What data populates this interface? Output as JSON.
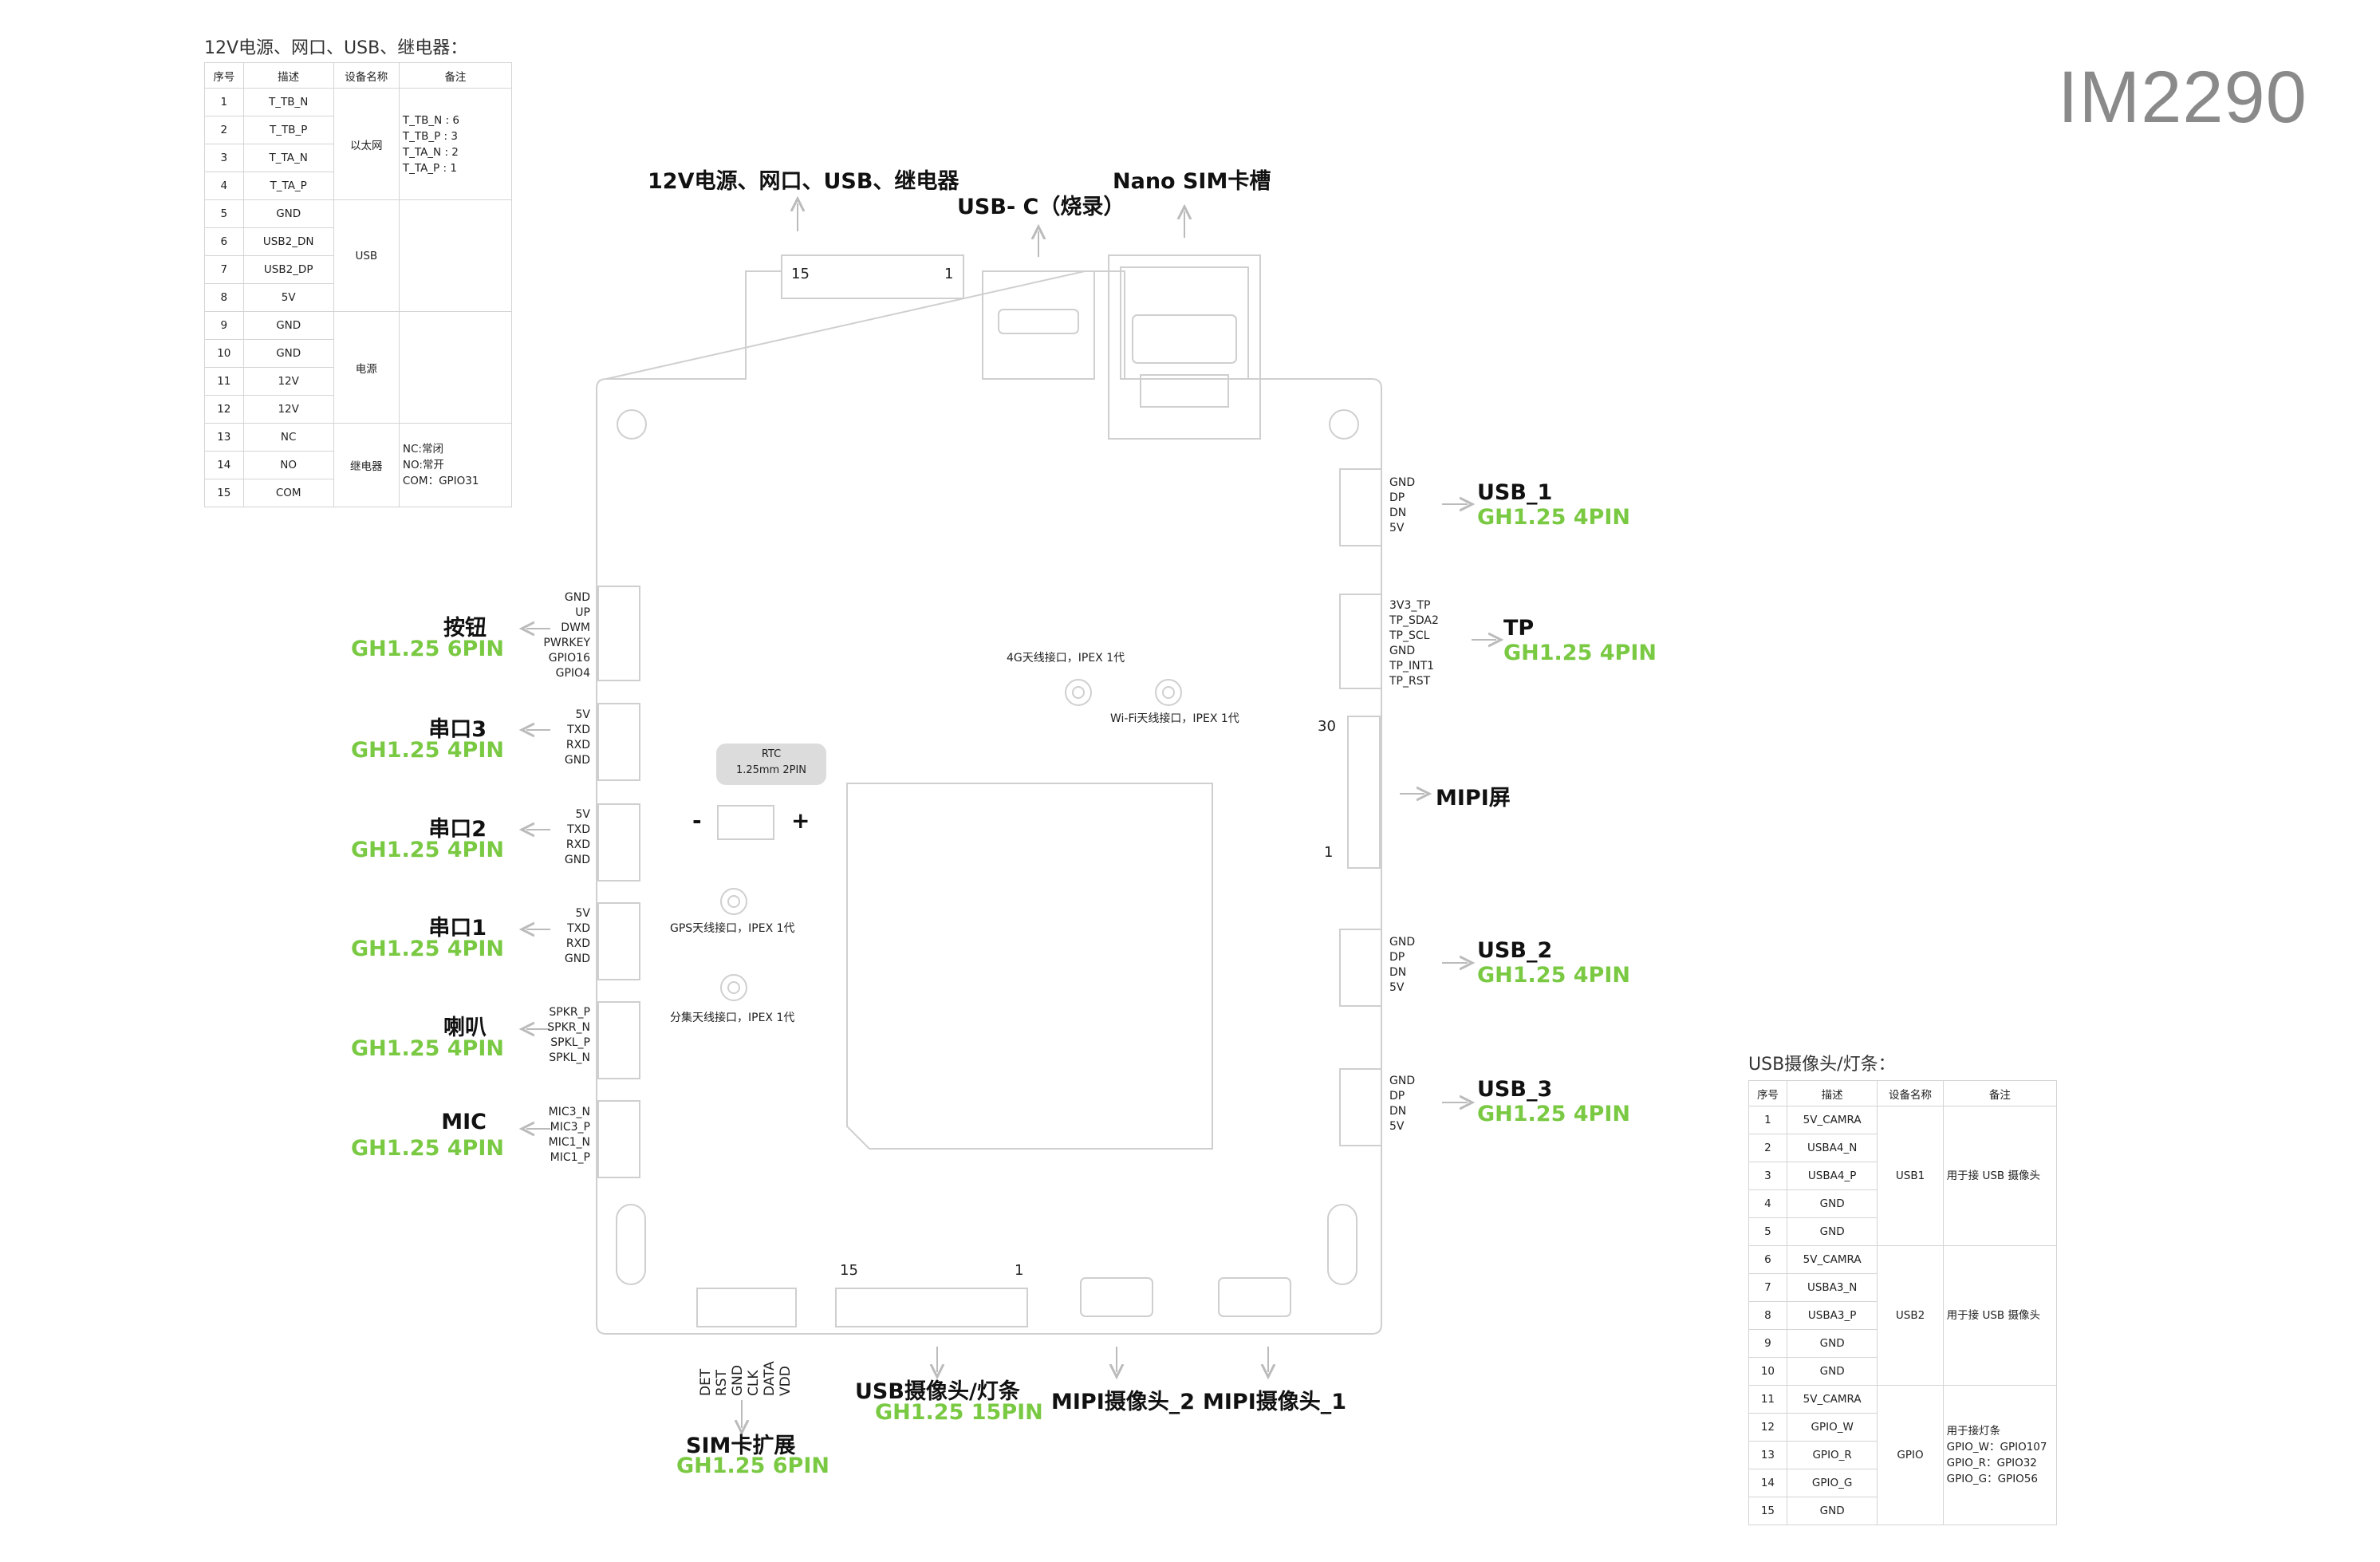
{
  "title": "IM2290",
  "table1": {
    "caption": "12V电源、网口、USB、继电器：",
    "headers": [
      "序号",
      "描述",
      "设备名称",
      "备注"
    ],
    "rows": [
      [
        "1",
        "T_TB_N"
      ],
      [
        "2",
        "T_TB_P"
      ],
      [
        "3",
        "T_TA_N"
      ],
      [
        "4",
        "T_TA_P"
      ],
      [
        "5",
        "GND"
      ],
      [
        "6",
        "USB2_DN"
      ],
      [
        "7",
        "USB2_DP"
      ],
      [
        "8",
        "5V"
      ],
      [
        "9",
        "GND"
      ],
      [
        "10",
        "GND"
      ],
      [
        "11",
        "12V"
      ],
      [
        "12",
        "12V"
      ],
      [
        "13",
        "NC"
      ],
      [
        "14",
        "NO"
      ],
      [
        "15",
        "COM"
      ]
    ],
    "groups": [
      {
        "device": "以太网",
        "note": "T_TB_N : 6\nT_TB_P : 3\nT_TA_N : 2\nT_TA_P : 1"
      },
      {
        "device": "USB",
        "note": ""
      },
      {
        "device": "电源",
        "note": ""
      },
      {
        "device": "继电器",
        "note": "NC:常闭\nNO:常开\nCOM：GPIO31"
      }
    ]
  },
  "table2": {
    "caption": "USB摄像头/灯条：",
    "headers": [
      "序号",
      "描述",
      "设备名称",
      "备注"
    ],
    "rows": [
      [
        "1",
        "5V_CAMRA"
      ],
      [
        "2",
        "USBA4_N"
      ],
      [
        "3",
        "USBA4_P"
      ],
      [
        "4",
        "GND"
      ],
      [
        "5",
        "GND"
      ],
      [
        "6",
        "5V_CAMRA"
      ],
      [
        "7",
        "USBA3_N"
      ],
      [
        "8",
        "USBA3_P"
      ],
      [
        "9",
        "GND"
      ],
      [
        "10",
        "GND"
      ],
      [
        "11",
        "5V_CAMRA"
      ],
      [
        "12",
        "GPIO_W"
      ],
      [
        "13",
        "GPIO_R"
      ],
      [
        "14",
        "GPIO_G"
      ],
      [
        "15",
        "GND"
      ]
    ],
    "groups": [
      {
        "device": "USB1",
        "note": "用于接 USB 摄像头"
      },
      {
        "device": "USB2",
        "note": "用于接 USB 摄像头"
      },
      {
        "device": "GPIO",
        "note": "用于接灯条\nGPIO_W：GPIO107\nGPIO_R：GPIO32\nGPIO_G：GPIO56"
      }
    ]
  },
  "top_labels": {
    "power": "12V电源、网口、USB、继电器",
    "usbc": "USB- C（烧录）",
    "sim": "Nano SIM卡槽",
    "pin15": "15",
    "pin1": "1"
  },
  "left_connectors": [
    {
      "name": "按钮",
      "type": "GH1.25 6PIN",
      "pins": "GND\nUP\nDWM\nPWRKEY\nGPIO16\nGPIO4"
    },
    {
      "name": "串口3",
      "type": "GH1.25 4PIN",
      "pins": "5V\nTXD\nRXD\nGND"
    },
    {
      "name": "串口2",
      "type": "GH1.25 4PIN",
      "pins": "5V\nTXD\nRXD\nGND"
    },
    {
      "name": "串口1",
      "type": "GH1.25 4PIN",
      "pins": "5V\nTXD\nRXD\nGND"
    },
    {
      "name": "喇叭",
      "type": "GH1.25 4PIN",
      "pins": "SPKR_P\nSPKR_N\nSPKL_P\nSPKL_N"
    },
    {
      "name": "MIC",
      "type": "GH1.25 4PIN",
      "pins": "MIC3_N\nMIC3_P\nMIC1_N\nMIC1_P"
    }
  ],
  "right_connectors": [
    {
      "name": "USB_1",
      "type": "GH1.25 4PIN",
      "pins": "GND\nDP\nDN\n5V"
    },
    {
      "name": "TP",
      "type": "GH1.25 4PIN",
      "pins": "3V3_TP\nTP_SDA2\nTP_SCL\nGND\nTP_INT1\nTP_RST"
    },
    {
      "name": "MIPI屏",
      "type": "",
      "pins": ""
    },
    {
      "name": "USB_2",
      "type": "GH1.25 4PIN",
      "pins": "GND\nDP\nDN\n5V"
    },
    {
      "name": "USB_3",
      "type": "GH1.25 4PIN",
      "pins": "GND\nDP\nDN\n5V"
    }
  ],
  "mipi_screen": {
    "pin_top": "30",
    "pin_bottom": "1"
  },
  "antennas": {
    "ant4g": "4G天线接口，IPEX 1代",
    "wifi": "Wi-Fi天线接口，IPEX 1代",
    "gps": "GPS天线接口，IPEX 1代",
    "div": "分集天线接口，IPEX 1代"
  },
  "rtc": {
    "line1": "RTC",
    "line2": "1.25mm 2PIN",
    "minus": "-",
    "plus": "+"
  },
  "bottom": {
    "sim_pins": [
      "DET",
      "RST",
      "GND",
      "CLK",
      "DATA",
      "VDD"
    ],
    "sim_name": "SIM卡扩展",
    "sim_type": "GH1.25 6PIN",
    "usbcam_pin15": "15",
    "usbcam_pin1": "1",
    "usbcam_name": "USB摄像头/灯条",
    "usbcam_type": "GH1.25 15PIN",
    "mipi2": "MIPI摄像头_2",
    "mipi1": "MIPI摄像头_1"
  }
}
